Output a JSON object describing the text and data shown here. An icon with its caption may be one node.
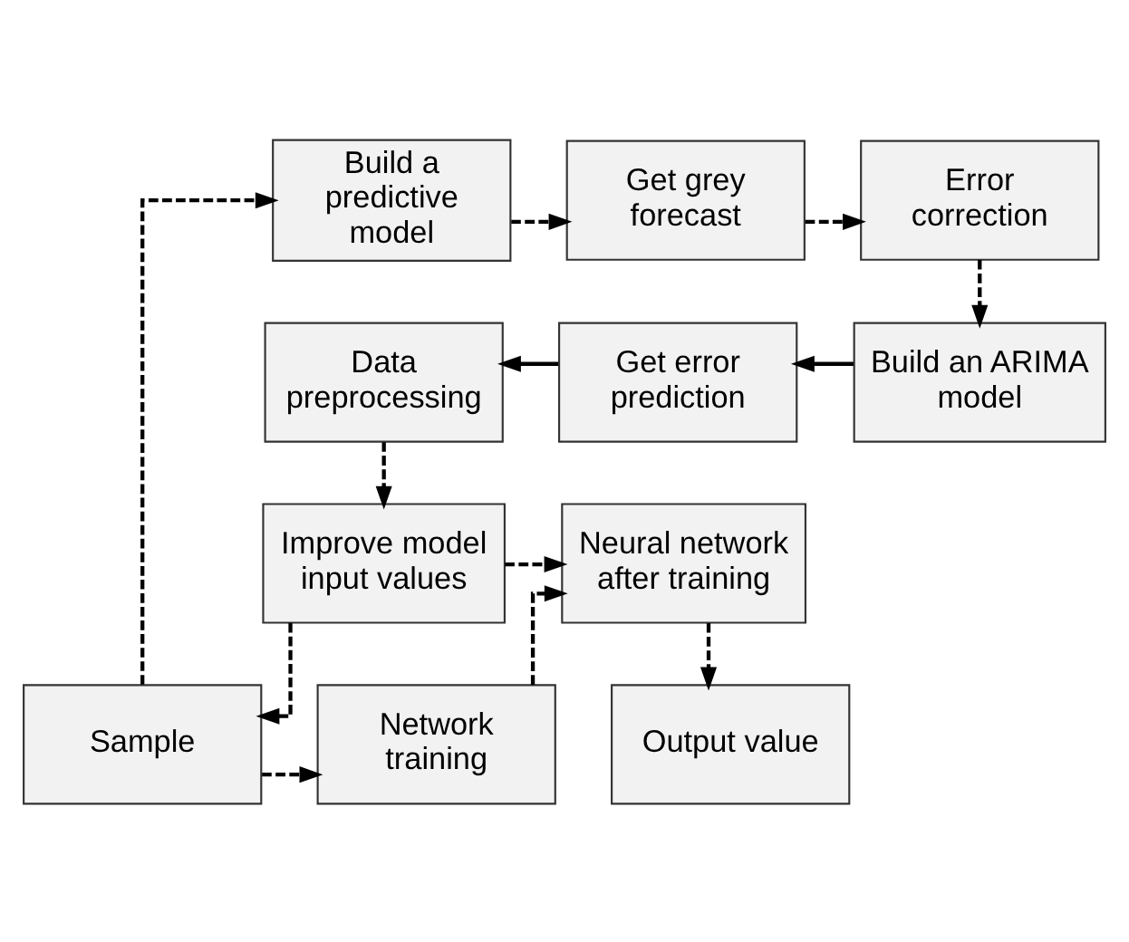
{
  "diagram": {
    "nodes": [
      {
        "text": [
          "Build a predictive model"
        ]
      },
      {
        "text": [
          "Get grey forecast"
        ]
      },
      {
        "text": [
          "Error correction"
        ]
      },
      {
        "text": [
          "Build an ARIMA model"
        ]
      },
      {
        "text": [
          "Get error prediction"
        ]
      },
      {
        "text": [
          "Data preprocessing"
        ]
      },
      {
        "text": [
          "Improve model input values"
        ]
      },
      {
        "text": [
          "Neural network after training"
        ]
      },
      {
        "text": [
          "Sample"
        ]
      },
      {
        "text": [
          "Network training"
        ]
      },
      {
        "text": [
          "Output value"
        ]
      }
    ],
    "edges": [
      {
        "from": 0,
        "to": 1,
        "arrow": "to",
        "style": "dashed"
      },
      {
        "from": 1,
        "to": 2,
        "arrow": "to",
        "style": "dashed"
      },
      {
        "from": 2,
        "to": 3,
        "arrow": "to",
        "style": "dashed"
      },
      {
        "from": 3,
        "to": 4,
        "arrow": "to"
      },
      {
        "from": 4,
        "to": 5,
        "arrow": "to"
      },
      {
        "from": 5,
        "to": 6,
        "arrow": "to",
        "style": "dashed"
      },
      {
        "from": 6,
        "to": 7,
        "arrow": "to",
        "style": "dashed"
      },
      {
        "from": 6,
        "to": 8,
        "arrow": "to",
        "style": "dashed"
      },
      {
        "from": 8,
        "to": 9,
        "arrow": "to",
        "style": "dashed"
      },
      {
        "from": 9,
        "to": 7,
        "arrow": "to",
        "style": "dashed"
      },
      {
        "from": 7,
        "to": 10,
        "arrow": "to",
        "style": "dashed"
      },
      {
        "from": 8,
        "to": 0,
        "arrow": "to",
        "style": "dashed"
      }
    ]
  }
}
